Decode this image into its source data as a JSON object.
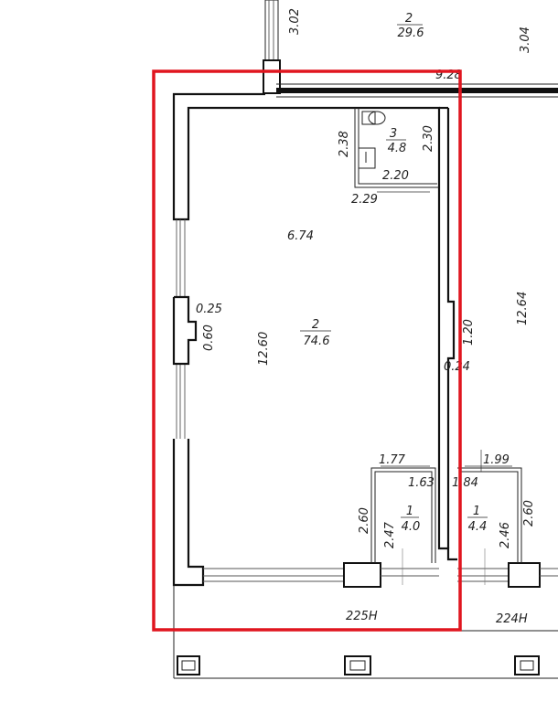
{
  "highlight_color": "#e0151f",
  "rooms": [
    {
      "id": "neighbor-top",
      "number": "2",
      "area": "29.6"
    },
    {
      "id": "main",
      "number": "2",
      "area": "74.6"
    },
    {
      "id": "wc",
      "number": "3",
      "area": "4.8"
    },
    {
      "id": "vestibule-left",
      "number": "1",
      "area": "4.0"
    },
    {
      "id": "vestibule-right",
      "number": "1",
      "area": "4.4"
    }
  ],
  "dimensions": {
    "top_302": "3.02",
    "top_304": "3.04",
    "top_928": "9.28",
    "wc_238": "2.38",
    "wc_230": "2.30",
    "wc_220": "2.20",
    "wc_229": "2.29",
    "main_674": "6.74",
    "main_1260": "12.60",
    "pier_025": "0.25",
    "pier_060": "0.60",
    "right_1264": "12.64",
    "right_120": "1.20",
    "right_024": "0.24",
    "vest_177": "1.77",
    "vest_163": "1.63",
    "vest_184": "1.84",
    "vest_199": "1.99",
    "vest_260a": "2.60",
    "vest_247": "2.47",
    "vest_246": "2.46",
    "vest_260b": "2.60"
  },
  "unit_labels": {
    "left": "225H",
    "right": "224H"
  }
}
